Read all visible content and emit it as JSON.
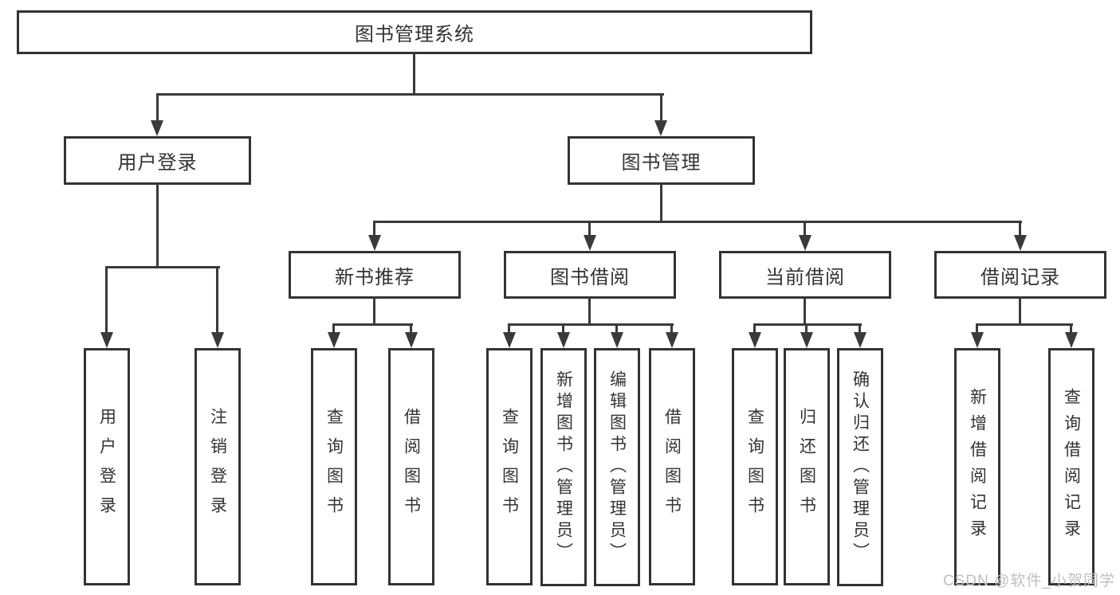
{
  "tree": {
    "root": {
      "label": "图书管理系统",
      "children": [
        {
          "label": "用户登录",
          "children": [
            {
              "label": "用户登录"
            },
            {
              "label": "注销登录"
            }
          ]
        },
        {
          "label": "图书管理",
          "children": [
            {
              "label": "新书推荐",
              "children": [
                {
                  "label": "查询图书"
                },
                {
                  "label": "借阅图书"
                }
              ]
            },
            {
              "label": "图书借阅",
              "children": [
                {
                  "label": "查询图书"
                },
                {
                  "label": "新增图书（管理员）"
                },
                {
                  "label": "编辑图书（管理员）"
                },
                {
                  "label": "借阅图书"
                }
              ]
            },
            {
              "label": "当前借阅",
              "children": [
                {
                  "label": "查询图书"
                },
                {
                  "label": "归还图书"
                },
                {
                  "label": "确认归还（管理员）"
                }
              ]
            },
            {
              "label": "借阅记录",
              "children": [
                {
                  "label": "新增借阅记录"
                },
                {
                  "label": "查询借阅记录"
                }
              ]
            }
          ]
        }
      ]
    }
  },
  "watermark": {
    "text": "CSDN @软件_小贺同学"
  },
  "colors": {
    "line": "#3a3a3a",
    "box_border": "#333333",
    "text": "#333333",
    "watermark": "#bfbfbf",
    "background": "#ffffff"
  }
}
